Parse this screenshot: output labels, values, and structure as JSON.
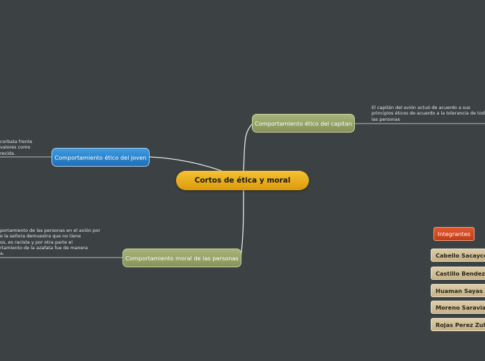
{
  "central": {
    "label": "Cortos de ética y moral"
  },
  "topics": {
    "capitan": "Comportamiento ético del capitan",
    "joven": "Comportamiento ético del joven",
    "personas": "Comportamiento moral de las personas",
    "integrantes": "Integrantes"
  },
  "notes": {
    "capitan": [
      "El capitán del avión actuó de acuerdo a sus",
      "principios éticos de acuerdo a la tolerancia de todas",
      "las personas"
    ],
    "joven": [
      "corbata frente",
      "valores como",
      "recida."
    ],
    "personas": [
      "portamiento de las personas en el avión por",
      "e la señora demuestra que no tiene",
      "os, es racista y por otra parte el",
      "rtamiento de la azafata fue de manera",
      "a."
    ]
  },
  "members": [
    "Cabello Sacayco",
    "Castillo Bendezu",
    "Huaman Sayas A",
    "Moreno Saravia",
    "Rojas Perez Zul"
  ],
  "colors": {
    "background": "#3c4143",
    "central": "#e6a91a",
    "topic_green": "#97a468",
    "topic_blue": "#2f86d0",
    "integrantes": "#d24a22",
    "member": "#d0bf98",
    "connector": "#e9e9e9"
  }
}
